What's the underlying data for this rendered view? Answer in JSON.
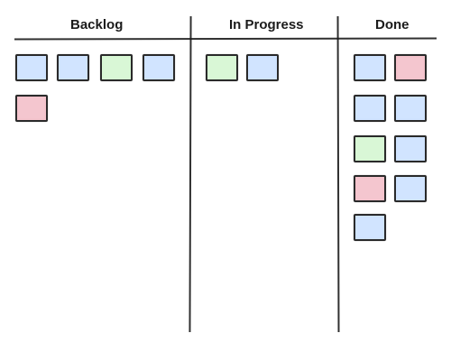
{
  "columns": [
    {
      "key": "backlog",
      "title": "Backlog"
    },
    {
      "key": "in_progress",
      "title": "In Progress"
    },
    {
      "key": "done",
      "title": "Done"
    }
  ],
  "colors": {
    "blue": "#cfe3ff",
    "green": "#d7f7d4",
    "pink": "#f4c3cc",
    "border": "#2a2a2a",
    "line": "#1a1a1a"
  },
  "cards": {
    "backlog": [
      "blue",
      "blue",
      "green",
      "blue",
      "pink"
    ],
    "in_progress": [
      "green",
      "blue"
    ],
    "done": [
      "blue",
      "pink",
      "blue",
      "blue",
      "green",
      "blue",
      "pink",
      "blue",
      "blue"
    ]
  }
}
